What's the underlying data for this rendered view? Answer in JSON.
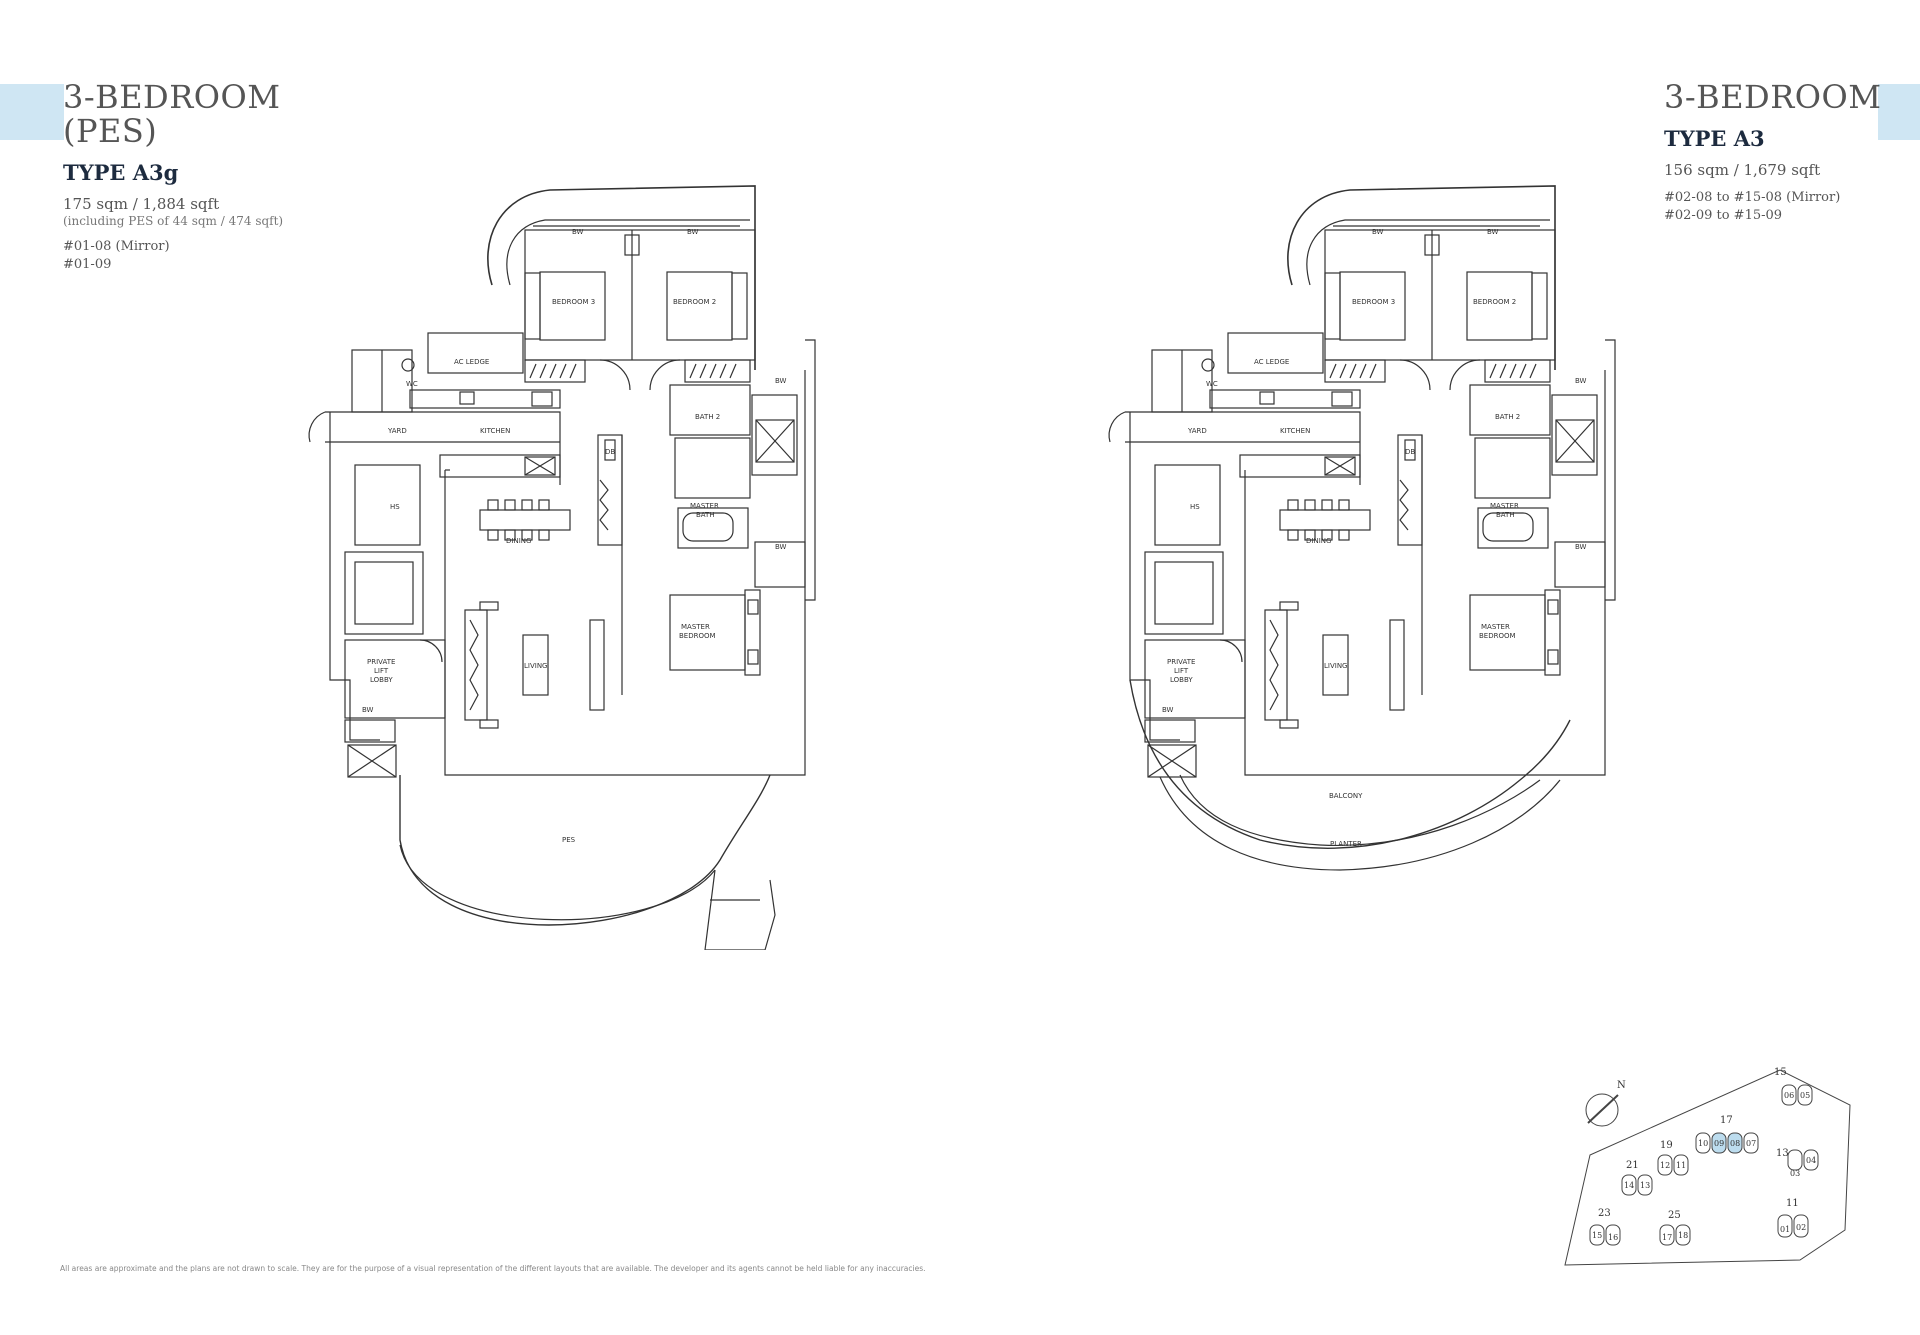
{
  "left": {
    "title_line1": "3-BEDROOM",
    "title_line2": "(PES)",
    "type": "TYPE A3g",
    "area": "175 sqm / 1,884 sqft",
    "area_note": "(including PES of 44 sqm / 474 sqft)",
    "units": [
      "#01-08 (Mirror)",
      "#01-09"
    ]
  },
  "right": {
    "title_line1": "3-BEDROOM",
    "type": "TYPE A3",
    "area": "156 sqm / 1,679 sqft",
    "units": [
      "#02-08 to #15-08 (Mirror)",
      "#02-09 to #15-09"
    ]
  },
  "plan_labels": {
    "bw": "BW",
    "bedroom3": "BEDROOM 3",
    "bedroom2": "BEDROOM 2",
    "ac_ledge": "AC LEDGE",
    "wc": "WC",
    "yard": "YARD",
    "kitchen": "KITCHEN",
    "bath2": "BATH 2",
    "hs": "HS",
    "db": "DB",
    "dining": "DINING",
    "master_bath_1": "MASTER",
    "master_bath_2": "BATH",
    "master_bed_1": "MASTER",
    "master_bed_2": "BEDROOM",
    "living": "LIVING",
    "lobby_1": "PRIVATE",
    "lobby_2": "LIFT",
    "lobby_3": "LOBBY",
    "pes": "PES",
    "balcony": "BALCONY",
    "planter": "PLANTER"
  },
  "key_plan": {
    "north": "N",
    "blocks": [
      "15",
      "06",
      "05",
      "17",
      "10",
      "09",
      "08",
      "07",
      "13",
      "04",
      "03",
      "19",
      "12",
      "11",
      "21",
      "14",
      "13",
      "23",
      "15",
      "16",
      "25",
      "17",
      "18",
      "11",
      "01",
      "02"
    ],
    "highlight_color": "#bcdcee"
  },
  "disclaimer": "All areas are approximate and the plans are not drawn to scale. They are for the purpose of a visual representation of the different layouts that are available. The developer and its agents cannot be held liable for any inaccuracies.",
  "colors": {
    "accent_tab": "#cfe6f3",
    "type_text": "#1d2b3f"
  }
}
